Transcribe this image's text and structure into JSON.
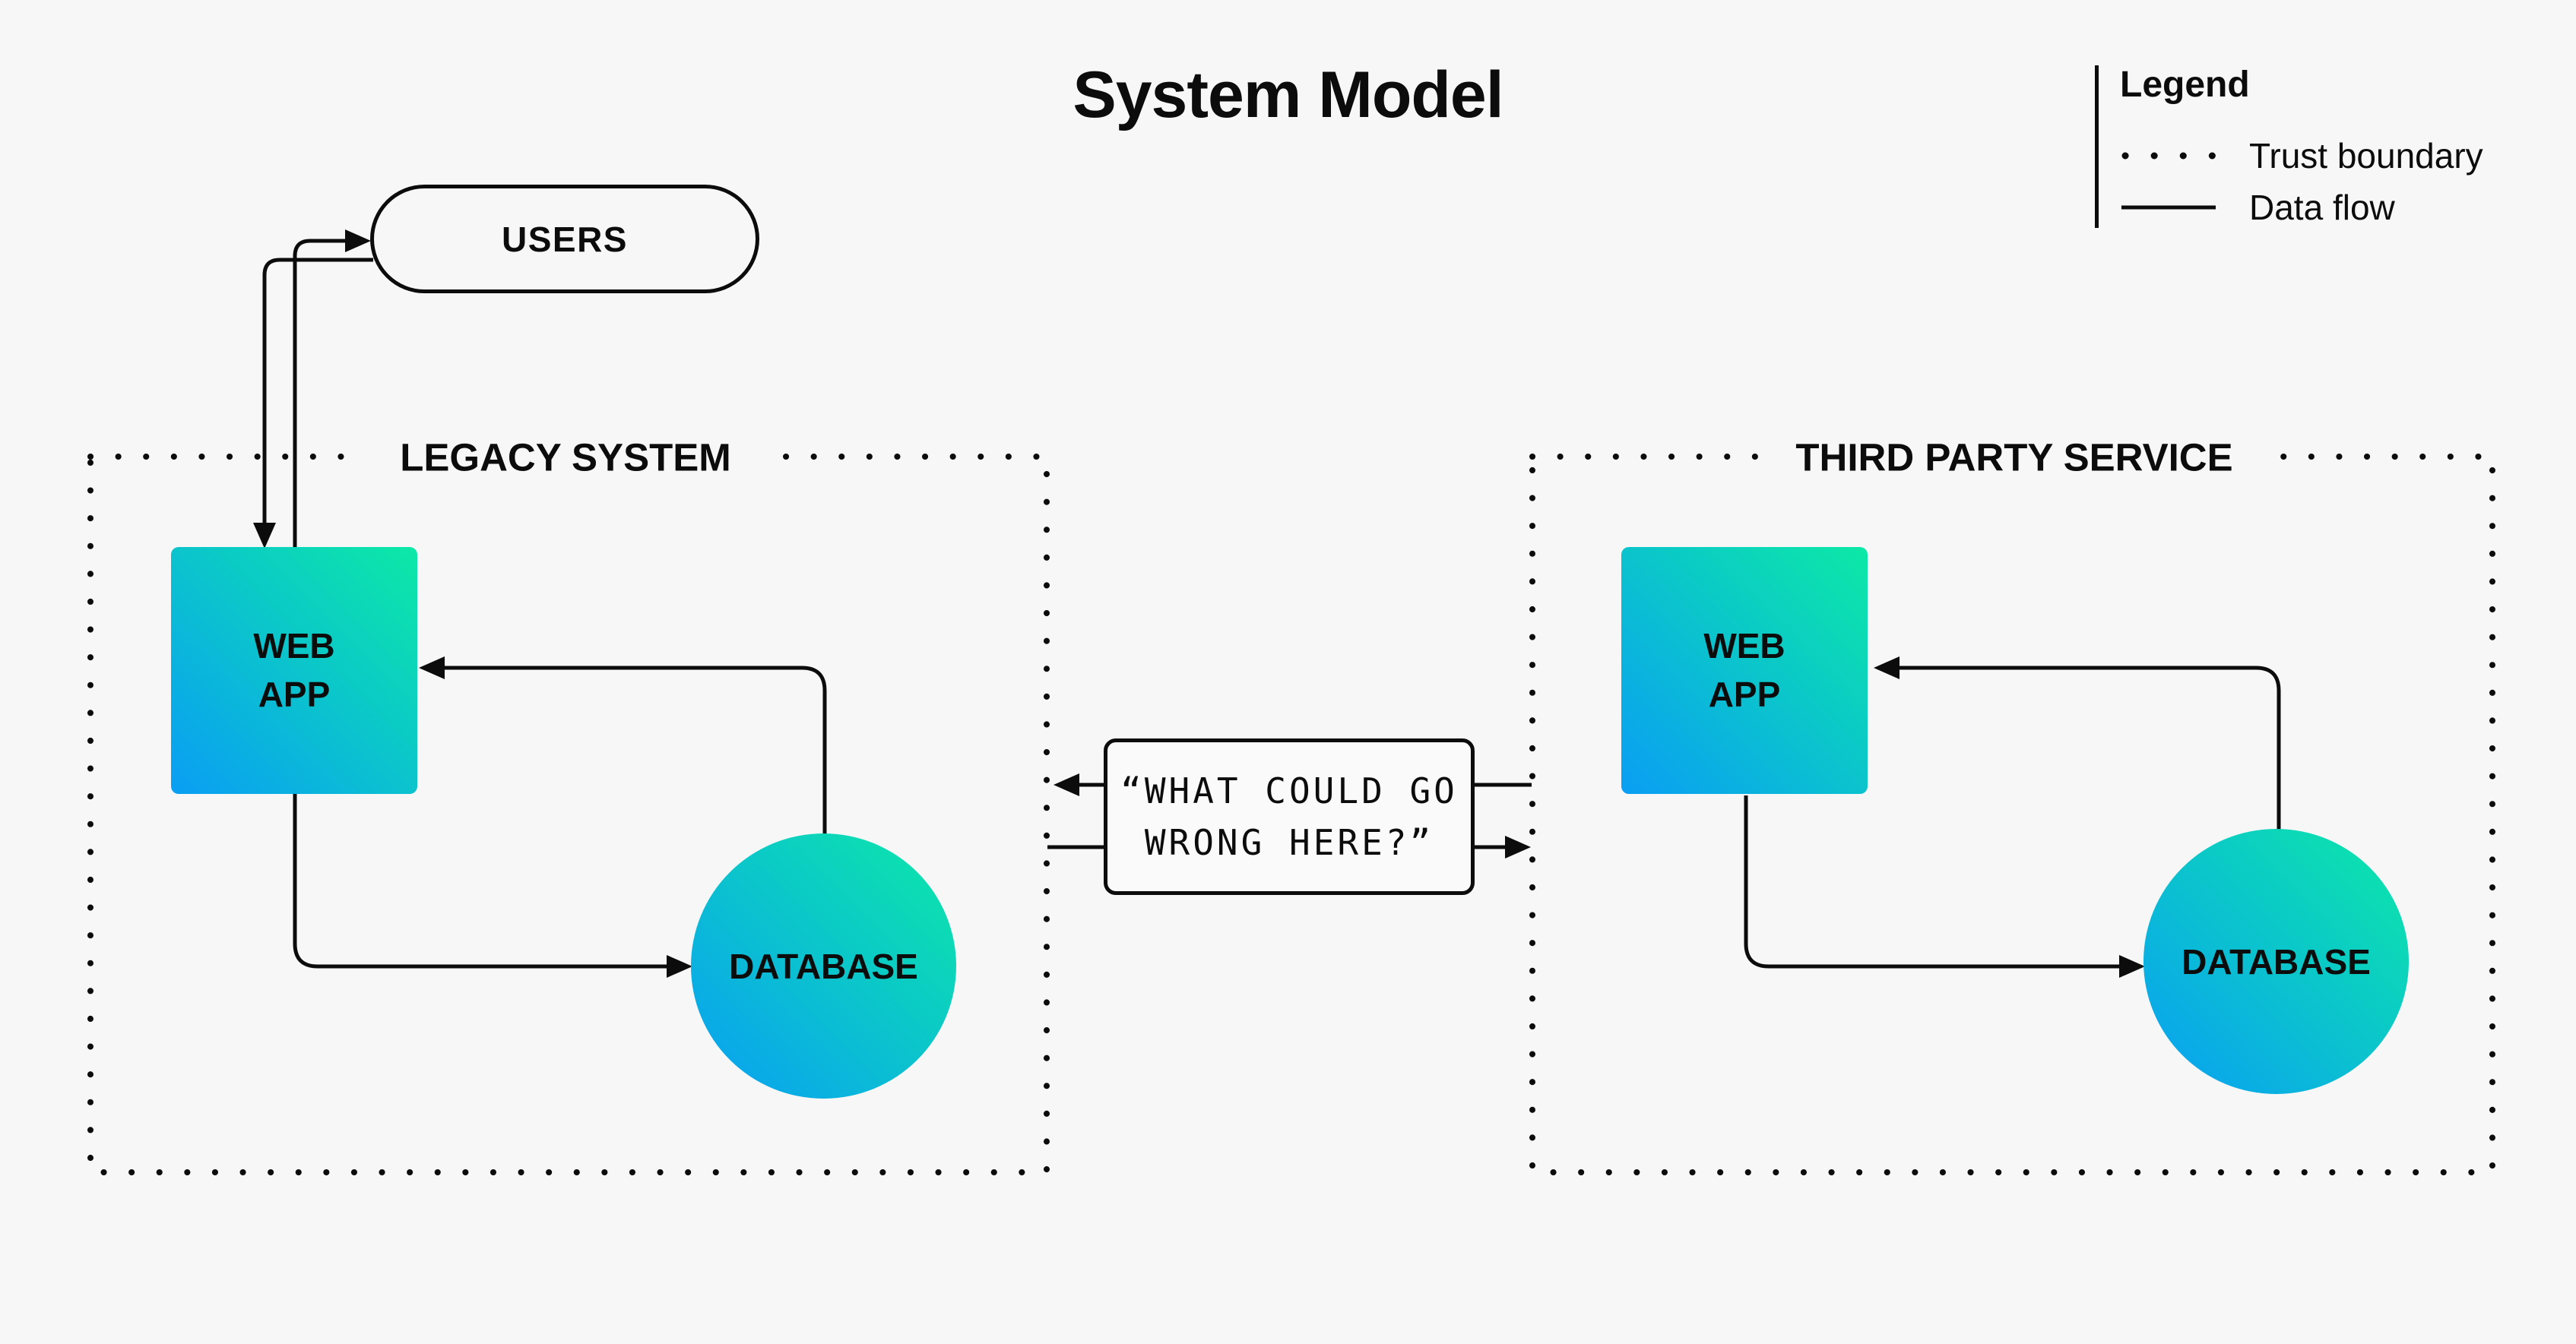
{
  "title": "System Model",
  "colors": {
    "background": "#f7f7f8",
    "ink": "#0c0c0c",
    "node_gradient_from": "#0a9ef4",
    "node_gradient_to": "#0ce9a6",
    "annotation_fill": "#fafafa"
  },
  "legend": {
    "heading": "Legend",
    "items": [
      {
        "swatch": "dotted-line",
        "label": "Trust boundary"
      },
      {
        "swatch": "solid-line",
        "label": "Data flow"
      }
    ]
  },
  "boundaries": [
    {
      "id": "legacy",
      "label": "LEGACY SYSTEM",
      "style": "trust-boundary"
    },
    {
      "id": "third-party",
      "label": "THIRD PARTY SERVICE",
      "style": "trust-boundary"
    }
  ],
  "nodes": {
    "users": {
      "label": "USERS",
      "shape": "pill"
    },
    "legacy_web_app": {
      "label": "WEB APP",
      "shape": "rounded-square",
      "boundary": "LEGACY SYSTEM"
    },
    "legacy_database": {
      "label": "DATABASE",
      "shape": "circle",
      "boundary": "LEGACY SYSTEM"
    },
    "third_party_web_app": {
      "label": "WEB APP",
      "shape": "rounded-square",
      "boundary": "THIRD PARTY SERVICE"
    },
    "third_party_database": {
      "label": "DATABASE",
      "shape": "circle",
      "boundary": "THIRD PARTY SERVICE"
    }
  },
  "annotation": {
    "text": "“WHAT COULD GO WRONG HERE?”",
    "lines": [
      "“WHAT COULD GO",
      "WRONG HERE?”"
    ]
  },
  "edges": [
    {
      "id": "web-app-to-users",
      "from": "legacy_web_app",
      "to": "users",
      "type": "data-flow",
      "arrowhead": true
    },
    {
      "id": "users-to-web-app",
      "from": "users",
      "to": "legacy_web_app",
      "type": "data-flow",
      "arrowhead": true
    },
    {
      "id": "legacy-db-to-web-app",
      "from": "legacy_database",
      "to": "legacy_web_app",
      "type": "data-flow",
      "arrowhead": true
    },
    {
      "id": "legacy-web-app-to-db",
      "from": "legacy_web_app",
      "to": "legacy_database",
      "type": "data-flow",
      "arrowhead": true
    },
    {
      "id": "annotation-to-legacy",
      "from": "annotation",
      "to": "legacy-boundary",
      "type": "data-flow",
      "arrowhead": true
    },
    {
      "id": "legacy-to-annotation",
      "from": "legacy-boundary",
      "to": "annotation",
      "type": "data-flow",
      "arrowhead": false
    },
    {
      "id": "third-party-to-annotation",
      "from": "third-party-boundary",
      "to": "annotation",
      "type": "data-flow",
      "arrowhead": false
    },
    {
      "id": "annotation-to-third-party",
      "from": "annotation",
      "to": "third-party-boundary",
      "type": "data-flow",
      "arrowhead": true
    },
    {
      "id": "third-db-to-web-app",
      "from": "third_party_database",
      "to": "third_party_web_app",
      "type": "data-flow",
      "arrowhead": true
    },
    {
      "id": "third-web-app-to-db",
      "from": "third_party_web_app",
      "to": "third_party_database",
      "type": "data-flow",
      "arrowhead": true
    }
  ]
}
